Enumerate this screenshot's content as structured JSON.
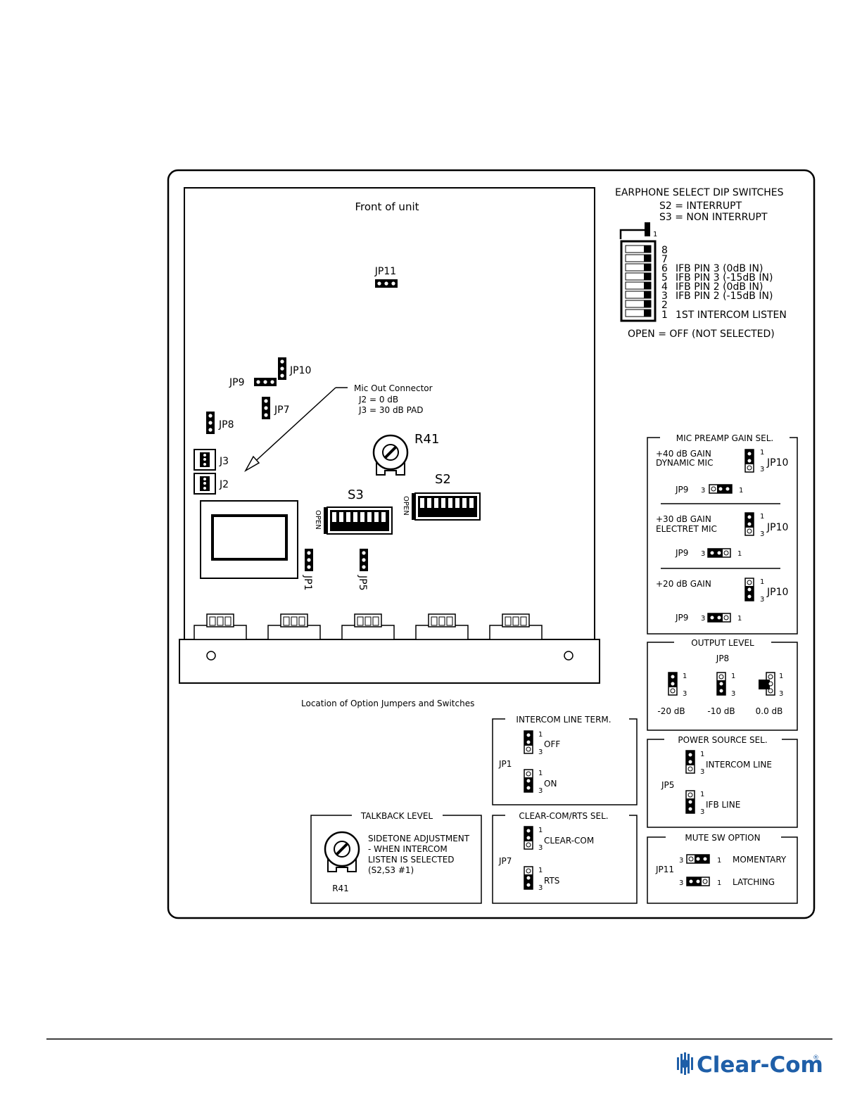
{
  "board": {
    "front_label": "Front of unit",
    "caption": "Location of Option Jumpers and Switches",
    "jp11": "JP11",
    "jp10": "JP10",
    "jp9": "JP9",
    "jp7": "JP7",
    "jp8": "JP8",
    "j3": "J3",
    "j2": "J2",
    "jp1": "JP1",
    "jp5": "JP5",
    "r41": "R41",
    "s3": "S3",
    "s2": "S2",
    "open": "OPEN",
    "mic_out": {
      "title": "Mic Out Connector",
      "line1": "J2 = 0 dB",
      "line2": "J3 = 30 dB PAD"
    }
  },
  "earphone": {
    "title": "EARPHONE SELECT DIP SWITCHES",
    "s2": "S2 = INTERRUPT",
    "s3": "S3 = NON INTERRUPT",
    "positions": [
      {
        "num": "8",
        "desc": ""
      },
      {
        "num": "7",
        "desc": ""
      },
      {
        "num": "6",
        "desc": "IFB PIN 3 (0dB IN)"
      },
      {
        "num": "5",
        "desc": "IFB PIN 3 (-15dB IN)"
      },
      {
        "num": "4",
        "desc": "IFB PIN 2 (0dB IN)"
      },
      {
        "num": "3",
        "desc": "IFB PIN 2 (-15dB IN)"
      },
      {
        "num": "2",
        "desc": ""
      },
      {
        "num": "1",
        "desc": "1ST INTERCOM LISTEN"
      }
    ],
    "open_note": "OPEN = OFF (NOT SELECTED)"
  },
  "mic_preamp": {
    "title": "MIC PREAMP GAIN SEL.",
    "opt1_a": "+40 dB GAIN",
    "opt1_b": "DYNAMIC MIC",
    "opt2_a": "+30 dB GAIN",
    "opt2_b": "ELECTRET MIC",
    "opt3_a": "+20 dB GAIN",
    "jp10": "JP10",
    "jp9": "JP9"
  },
  "output_level": {
    "title": "OUTPUT LEVEL",
    "jp8": "JP8",
    "opts": [
      "-20 dB",
      "-10 dB",
      "0.0 dB"
    ]
  },
  "intercom_term": {
    "title": "INTERCOM LINE TERM.",
    "jp1": "JP1",
    "off": "OFF",
    "on": "ON"
  },
  "power_source": {
    "title": "POWER SOURCE SEL.",
    "jp5": "JP5",
    "opt1": "INTERCOM LINE",
    "opt2": "IFB LINE"
  },
  "clearcom_rts": {
    "title": "CLEAR-COM/RTS SEL.",
    "jp7": "JP7",
    "opt1": "CLEAR-COM",
    "opt2": "RTS"
  },
  "mute": {
    "title": "MUTE SW OPTION",
    "jp11": "JP11",
    "opt1": "MOMENTARY",
    "opt2": "LATCHING"
  },
  "talkback": {
    "title": "TALKBACK LEVEL",
    "l1": "SIDETONE ADJUSTMENT",
    "l2": "- WHEN INTERCOM",
    "l3": "LISTEN IS SELECTED",
    "l4": "(S2,S3 #1)",
    "r41": "R41"
  },
  "pin1": "1",
  "pin3": "3",
  "logo": {
    "text": "Clear-Com",
    "reg": "®",
    "color": "#1f5fa8"
  }
}
